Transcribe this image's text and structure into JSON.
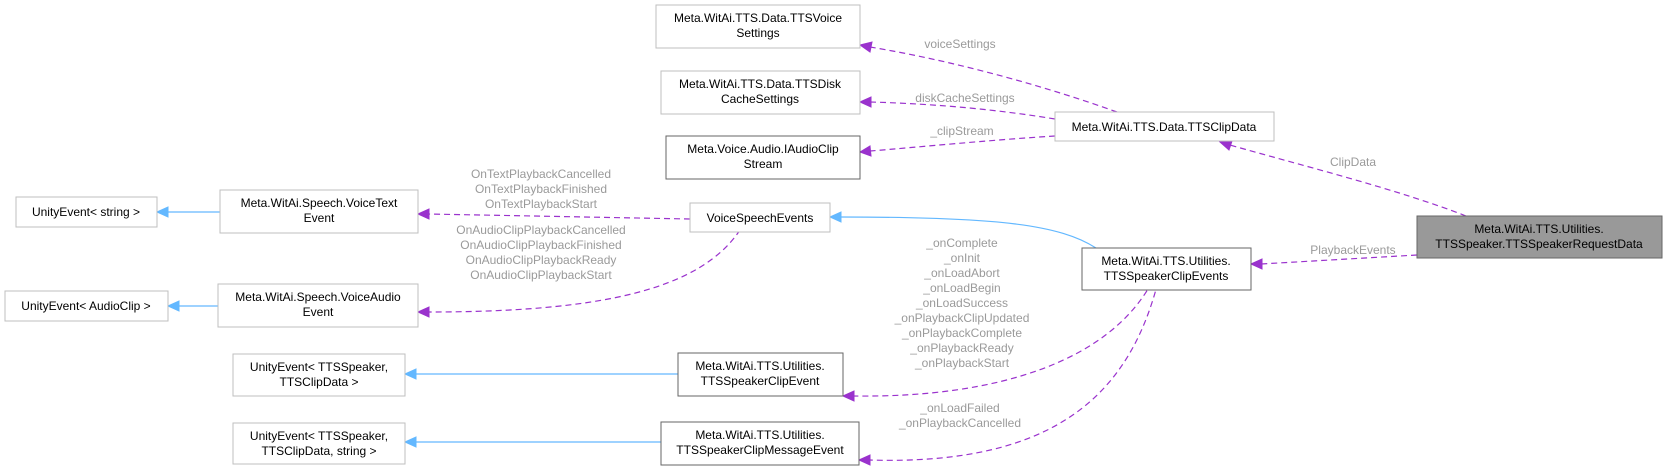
{
  "nodes": {
    "unity_event_string": [
      "UnityEvent< string >"
    ],
    "unity_event_audioclip": [
      "UnityEvent< AudioClip >"
    ],
    "unity_event_speaker_clipdata": [
      "UnityEvent< TTSSpeaker,",
      "TTSClipData >"
    ],
    "unity_event_speaker_clipdata_string": [
      "UnityEvent< TTSSpeaker,",
      "TTSClipData, string >"
    ],
    "voice_text_event": [
      "Meta.WitAi.Speech.VoiceText",
      "Event"
    ],
    "voice_audio_event": [
      "Meta.WitAi.Speech.VoiceAudio",
      "Event"
    ],
    "tts_voice_settings": [
      "Meta.WitAi.TTS.Data.TTSVoice",
      "Settings"
    ],
    "tts_disk_cache_settings": [
      "Meta.WitAi.TTS.Data.TTSDisk",
      "CacheSettings"
    ],
    "audio_clip_stream": [
      "Meta.Voice.Audio.IAudioClip",
      "Stream"
    ],
    "voice_speech_events": [
      "VoiceSpeechEvents"
    ],
    "tts_speaker_clip_event": [
      "Meta.WitAi.TTS.Utilities.",
      "TTSSpeakerClipEvent"
    ],
    "tts_speaker_clip_message_event": [
      "Meta.WitAi.TTS.Utilities.",
      "TTSSpeakerClipMessageEvent"
    ],
    "tts_clip_data": [
      "Meta.WitAi.TTS.Data.TTSClipData"
    ],
    "tts_speaker_clip_events": [
      "Meta.WitAi.TTS.Utilities.",
      "TTSSpeakerClipEvents"
    ],
    "tts_speaker_request_data": [
      "Meta.WitAi.TTS.Utilities.",
      "TTSSpeaker.TTSSpeakerRequestData"
    ]
  },
  "edge_labels": {
    "voice_settings": [
      "voiceSettings"
    ],
    "disk_cache_settings": [
      "diskCacheSettings"
    ],
    "clip_stream": [
      "_clipStream"
    ],
    "clip_data": [
      "ClipData"
    ],
    "playback_events": [
      "PlaybackEvents"
    ],
    "text_playback": [
      "OnTextPlaybackCancelled",
      "OnTextPlaybackFinished",
      "OnTextPlaybackStart"
    ],
    "audio_playback": [
      "OnAudioClipPlaybackCancelled",
      "OnAudioClipPlaybackFinished",
      "OnAudioClipPlaybackReady",
      "OnAudioClipPlaybackStart"
    ],
    "clip_event_members": [
      "_onComplete",
      "_onInit",
      "_onLoadAbort",
      "_onLoadBegin",
      "_onLoadSuccess",
      "_onPlaybackClipUpdated",
      "_onPlaybackComplete",
      "_onPlaybackReady",
      "_onPlaybackStart"
    ],
    "message_event_members": [
      "_onLoadFailed",
      "_onPlaybackCancelled"
    ]
  },
  "colors": {
    "inheritance_edge": "#63b8ff",
    "association_edge": "#9a32cd",
    "highlight_fill": "#999999",
    "edge_label_text": "#9a9a9a"
  }
}
